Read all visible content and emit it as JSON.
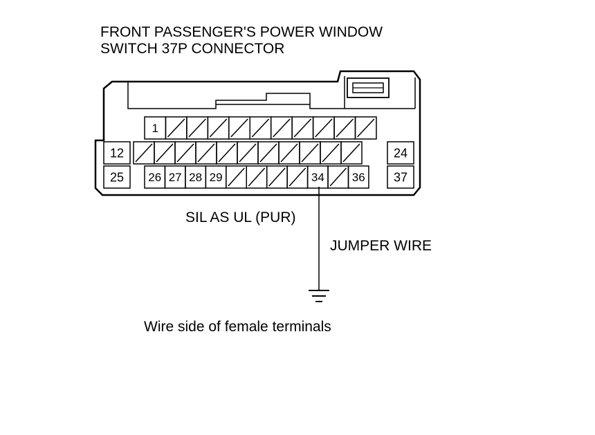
{
  "title": {
    "line1": "FRONT PASSENGER'S POWER WINDOW",
    "line2": "SWITCH 37P CONNECTOR"
  },
  "connector": {
    "pins_total": 37,
    "top_row": [
      {
        "label": "1"
      },
      {
        "empty": true
      },
      {
        "empty": true
      },
      {
        "empty": true
      },
      {
        "empty": true
      },
      {
        "empty": true
      },
      {
        "empty": true
      },
      {
        "empty": true
      },
      {
        "empty": true
      },
      {
        "empty": true
      },
      {
        "empty": true
      }
    ],
    "mid_row": {
      "left": "12",
      "right": "24",
      "cells": [
        {
          "empty": true
        },
        {
          "empty": true
        },
        {
          "empty": true
        },
        {
          "empty": true
        },
        {
          "empty": true
        },
        {
          "empty": true
        },
        {
          "empty": true
        },
        {
          "empty": true
        },
        {
          "empty": true
        },
        {
          "empty": true
        },
        {
          "empty": true
        }
      ]
    },
    "bottom_row": {
      "left": "25",
      "right": "37",
      "cells": [
        {
          "label": "26"
        },
        {
          "label": "27"
        },
        {
          "label": "28"
        },
        {
          "label": "29"
        },
        {
          "empty": true
        },
        {
          "empty": true
        },
        {
          "empty": true
        },
        {
          "empty": true
        },
        {
          "label": "34"
        },
        {
          "empty": true
        },
        {
          "label": "36"
        }
      ]
    }
  },
  "wire_color_label": "SIL AS UL (PUR)",
  "jumper_label": "JUMPER WIRE",
  "footer_note": "Wire side of female terminals"
}
